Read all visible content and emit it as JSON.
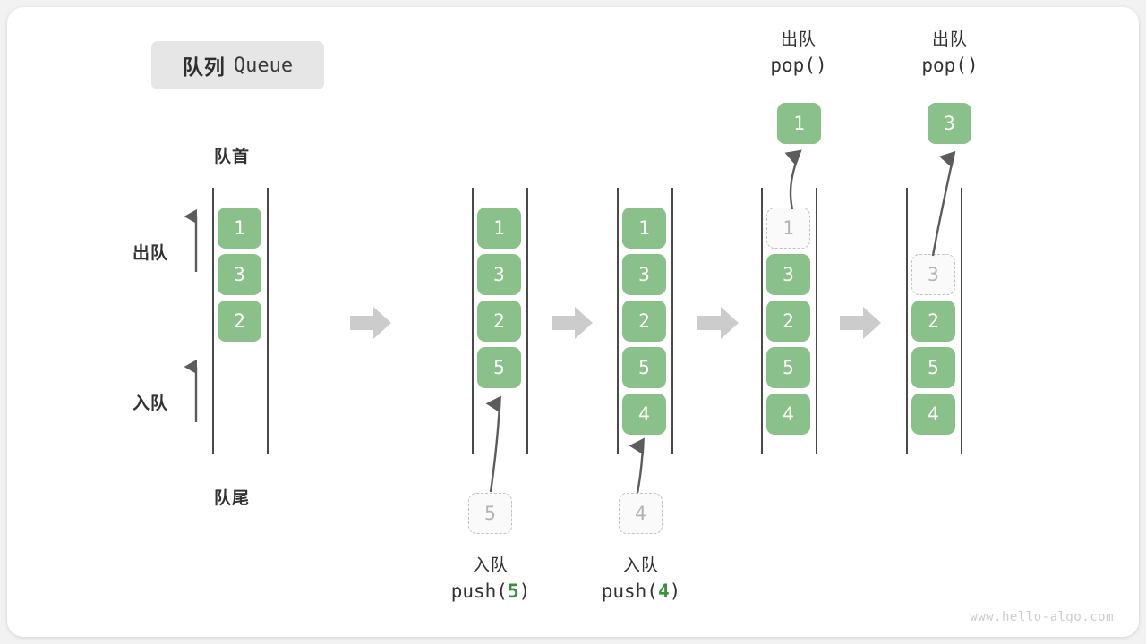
{
  "title": {
    "cn": "队列",
    "en": "Queue"
  },
  "labels": {
    "head": "队首",
    "tail": "队尾",
    "dequeue": "出队",
    "enqueue": "入队"
  },
  "colors": {
    "cell_fill": "#8ac08a",
    "cell_text": "#ffffff",
    "ghost_border": "#c2c2c2",
    "ghost_text": "#b4b4b4",
    "accent_number": "#3f9142",
    "rail": "#4a4a4a",
    "flow_arrow": "#cccccc",
    "badge_bg": "#e6e6e6"
  },
  "columns": [
    {
      "name": "initial-queue",
      "cells": [
        {
          "value": "1",
          "state": "filled"
        },
        {
          "value": "3",
          "state": "filled"
        },
        {
          "value": "2",
          "state": "filled"
        }
      ]
    },
    {
      "name": "after-push-5",
      "cells": [
        {
          "value": "1",
          "state": "filled"
        },
        {
          "value": "3",
          "state": "filled"
        },
        {
          "value": "2",
          "state": "filled"
        },
        {
          "value": "5",
          "state": "filled"
        }
      ]
    },
    {
      "name": "after-push-4",
      "cells": [
        {
          "value": "1",
          "state": "filled"
        },
        {
          "value": "3",
          "state": "filled"
        },
        {
          "value": "2",
          "state": "filled"
        },
        {
          "value": "5",
          "state": "filled"
        },
        {
          "value": "4",
          "state": "filled"
        }
      ]
    },
    {
      "name": "after-pop-1",
      "cells": [
        {
          "value": "1",
          "state": "ghost"
        },
        {
          "value": "3",
          "state": "filled"
        },
        {
          "value": "2",
          "state": "filled"
        },
        {
          "value": "5",
          "state": "filled"
        },
        {
          "value": "4",
          "state": "filled"
        }
      ]
    },
    {
      "name": "after-pop-3",
      "cells": [
        {
          "value": "",
          "state": "empty"
        },
        {
          "value": "3",
          "state": "ghost"
        },
        {
          "value": "2",
          "state": "filled"
        },
        {
          "value": "5",
          "state": "filled"
        },
        {
          "value": "4",
          "state": "filled"
        }
      ]
    }
  ],
  "push_ops": [
    {
      "name": "push-5",
      "cn": "入队",
      "code_prefix": "push(",
      "code_num": "5",
      "code_suffix": ")",
      "pending_value": "5"
    },
    {
      "name": "push-4",
      "cn": "入队",
      "code_prefix": "push(",
      "code_num": "4",
      "code_suffix": ")",
      "pending_value": "4"
    }
  ],
  "pop_ops": [
    {
      "name": "pop-1",
      "cn": "出队",
      "code": "pop()",
      "popped_value": "1"
    },
    {
      "name": "pop-3",
      "cn": "出队",
      "code": "pop()",
      "popped_value": "3"
    }
  ],
  "watermark": "www.hello-algo.com"
}
